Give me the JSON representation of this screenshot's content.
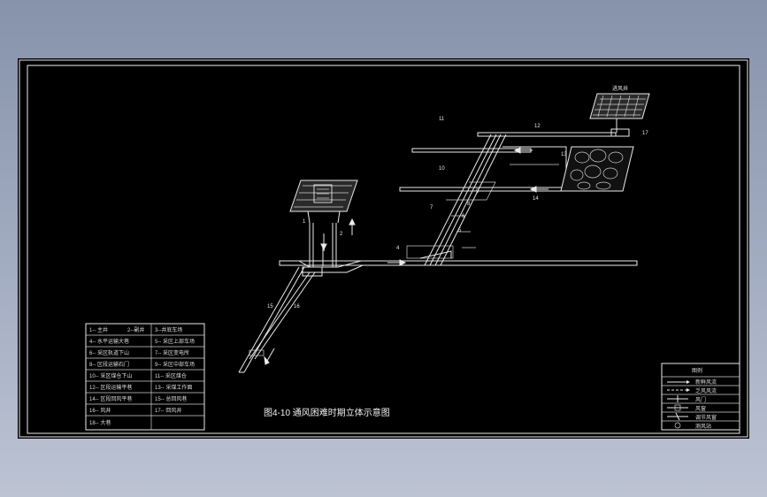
{
  "caption": "图4-10  通风困难时期立体示意图",
  "top_building_label": "进风井",
  "callouts": [
    "1",
    "2",
    "3",
    "4",
    "5",
    "6",
    "7",
    "8",
    "9",
    "10",
    "11",
    "12",
    "13",
    "14",
    "15",
    "16",
    "17"
  ],
  "legend_rows": [
    [
      "1-- 主井",
      "2--副井",
      "3--井底车场"
    ],
    [
      "4-- 水平运输大巷",
      "5-- 采区上部车场"
    ],
    [
      "6-- 采区轨道下山",
      "7-- 采区变电所"
    ],
    [
      "8-- 区段运输石门",
      "9-- 采区中部车场"
    ],
    [
      "10-- 采区煤仓下山",
      "11-- 采区煤仓"
    ],
    [
      "12-- 区段运输平巷",
      "13-- 采煤工作面"
    ],
    [
      "14-- 区段回风平巷",
      "15-- 总回风巷"
    ],
    [
      "16-- 风井",
      "17-- 回风井"
    ],
    [
      "18-- 大巷"
    ]
  ],
  "symbol_table": {
    "title": "图例",
    "rows": [
      "新鲜风流",
      "乏风风流",
      "风门",
      "风窗",
      "调节风窗",
      "测风站"
    ]
  }
}
